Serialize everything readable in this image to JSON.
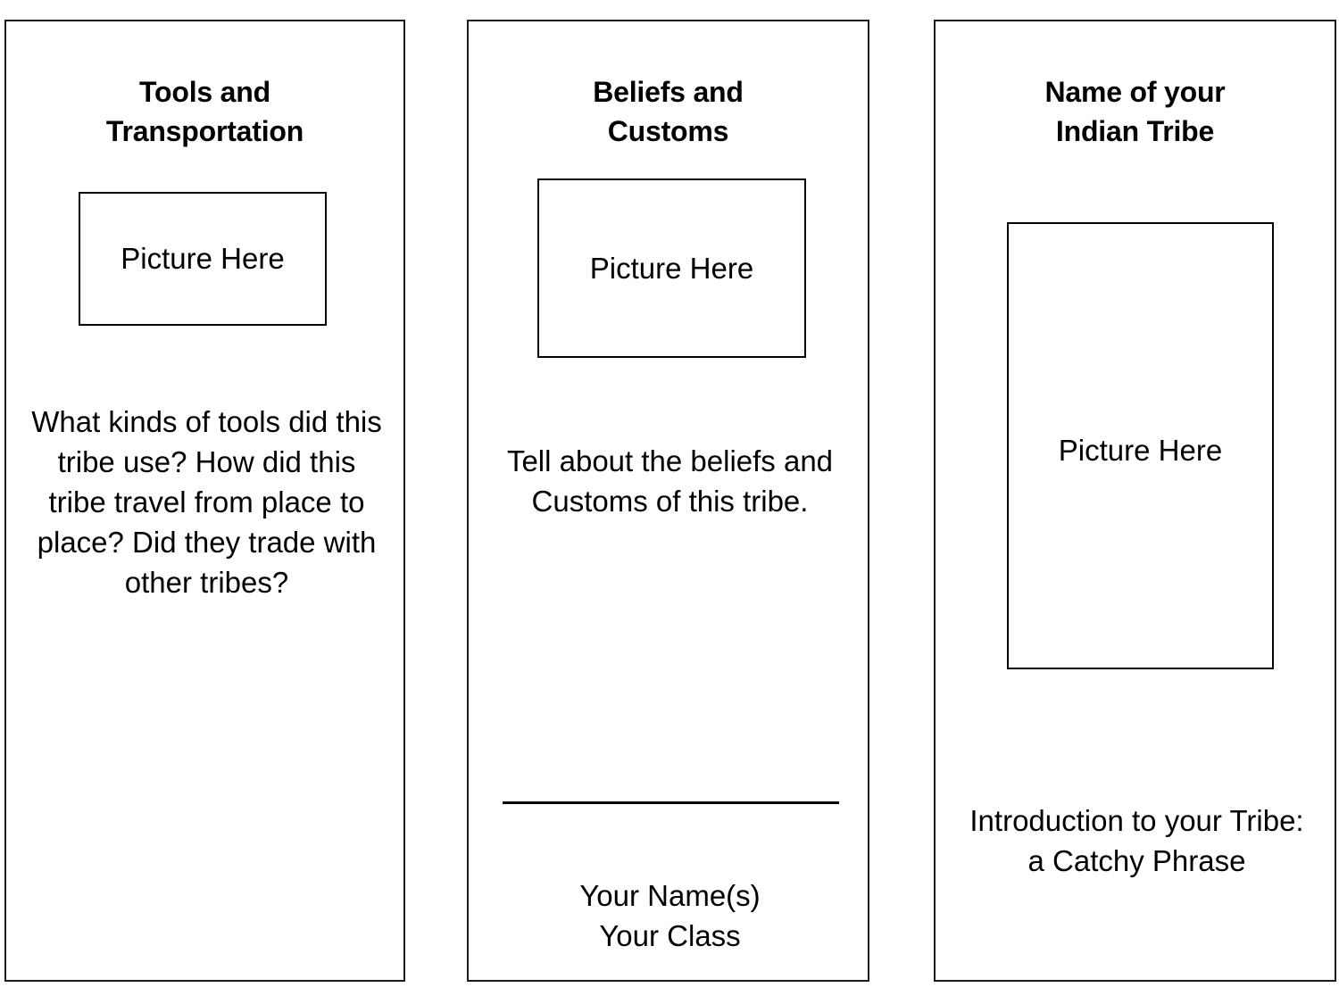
{
  "document": {
    "type": "brochure-template",
    "background_color": "#ffffff",
    "text_color": "#000000",
    "border_color": "#000000"
  },
  "panels": [
    {
      "id": "tools",
      "title": "Tools and\nTransportation",
      "picture_placeholder": "Picture Here",
      "body": "What kinds of tools did this tribe use? How did this tribe travel from place to place? Did they trade with other tribes?"
    },
    {
      "id": "beliefs",
      "title": "Beliefs and\nCustoms",
      "picture_placeholder": "Picture Here",
      "body": "Tell about the beliefs and Customs of this tribe.",
      "signature": "Your Name(s)\nYour Class"
    },
    {
      "id": "tribe",
      "title": "Name of your\nIndian Tribe",
      "picture_placeholder": "Picture Here",
      "body": "Introduction to your Tribe: a Catchy Phrase"
    }
  ]
}
